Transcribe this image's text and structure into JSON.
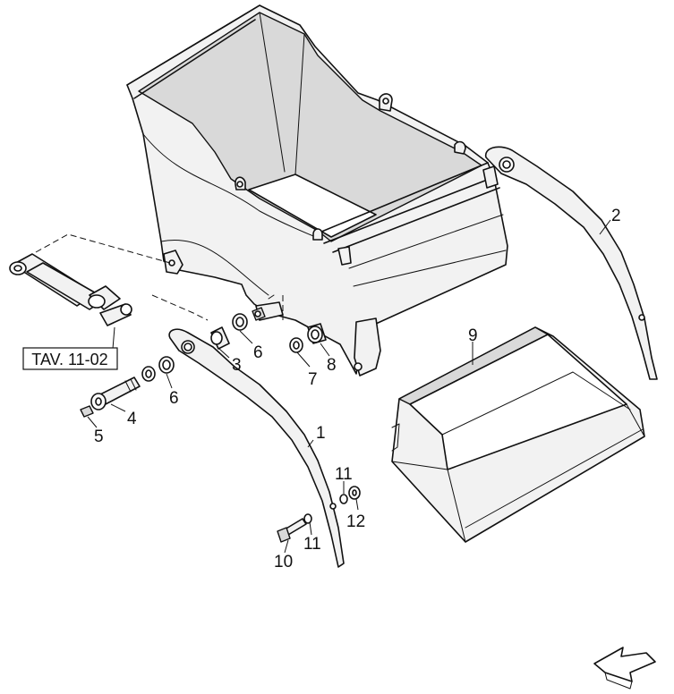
{
  "reference_box": {
    "text": "TAV. 11-02"
  },
  "callouts": [
    {
      "id": "callout-1",
      "text": "1"
    },
    {
      "id": "callout-2",
      "text": "2"
    },
    {
      "id": "callout-3",
      "text": "3"
    },
    {
      "id": "callout-4",
      "text": "4"
    },
    {
      "id": "callout-5",
      "text": "5"
    },
    {
      "id": "callout-6a",
      "text": "6"
    },
    {
      "id": "callout-6b",
      "text": "6"
    },
    {
      "id": "callout-7",
      "text": "7"
    },
    {
      "id": "callout-8",
      "text": "8"
    },
    {
      "id": "callout-9",
      "text": "9"
    },
    {
      "id": "callout-10",
      "text": "10"
    },
    {
      "id": "callout-11a",
      "text": "11"
    },
    {
      "id": "callout-11b",
      "text": "11"
    },
    {
      "id": "callout-12",
      "text": "12"
    }
  ]
}
